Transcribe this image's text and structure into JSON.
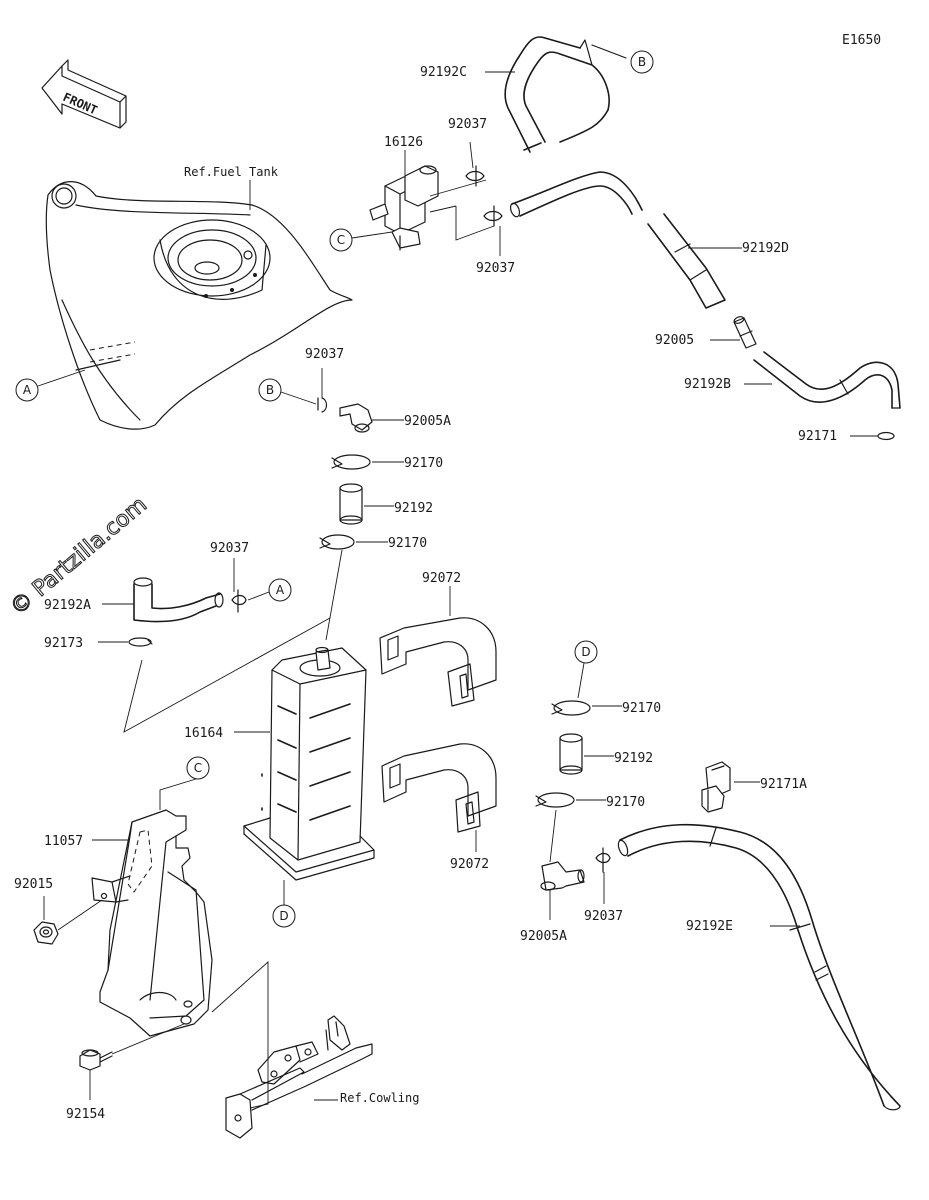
{
  "diagram": {
    "figure_code": "E1650",
    "front_marker": "FRONT",
    "watermark": "© Partzilla.com",
    "references": {
      "fuel_tank": "Ref.Fuel Tank",
      "cowling": "Ref.Cowling"
    },
    "connectors": {
      "a": "A",
      "b": "B",
      "c": "C",
      "d": "D"
    },
    "parts": {
      "p92192C": "92192C",
      "p16126": "16126",
      "p92037_top": "92037",
      "p92037_mid": "92037",
      "p92192D": "92192D",
      "p92005": "92005",
      "p92192B": "92192B",
      "p92171": "92171",
      "p92037_b": "92037",
      "p92005A_top": "92005A",
      "p92170_1": "92170",
      "p92192_top": "92192",
      "p92170_2": "92170",
      "p92037_a": "92037",
      "p92192A": "92192A",
      "p92173": "92173",
      "p92072_top": "92072",
      "p16164": "16164",
      "p92170_3": "92170",
      "p92192_right": "92192",
      "p92171A": "92171A",
      "p92170_4": "92170",
      "p11057": "11057",
      "p92015": "92015",
      "p92072_bottom": "92072",
      "p92005A_bottom": "92005A",
      "p92037_bottom": "92037",
      "p92192E": "92192E",
      "p92154": "92154"
    }
  }
}
